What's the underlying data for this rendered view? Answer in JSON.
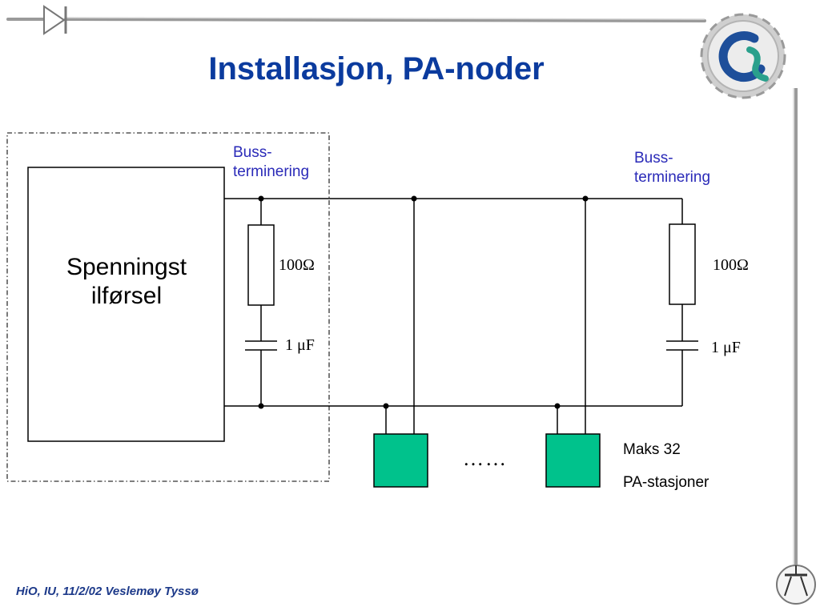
{
  "slide": {
    "title": "Installasjon, PA-noder",
    "footer": "HiO, IU, 11/2/02 Veslemøy Tyssø"
  },
  "diagram": {
    "power_supply_label_line1": "Spenningst",
    "power_supply_label_line2": "ilførsel",
    "termination_left_line1": "Buss-",
    "termination_left_line2": "terminering",
    "termination_right_line1": "Buss-",
    "termination_right_line2": "terminering",
    "resistor_left_value": "100Ω",
    "resistor_right_value": "100Ω",
    "capacitor_left_value": "1 μF",
    "capacitor_right_value": "1 μF",
    "ellipsis": "……",
    "max_stations_line1": "Maks 32",
    "max_stations_line2": "PA-stasjoner"
  },
  "colors": {
    "title": "#0b3b9e",
    "label": "#2a2ab8",
    "station_fill": "#00c28c",
    "footer": "#1d3a8a"
  },
  "icons": {
    "top_left": "diode-icon",
    "top_right": "gear-logo-icon",
    "bottom_right": "transistor-icon"
  }
}
